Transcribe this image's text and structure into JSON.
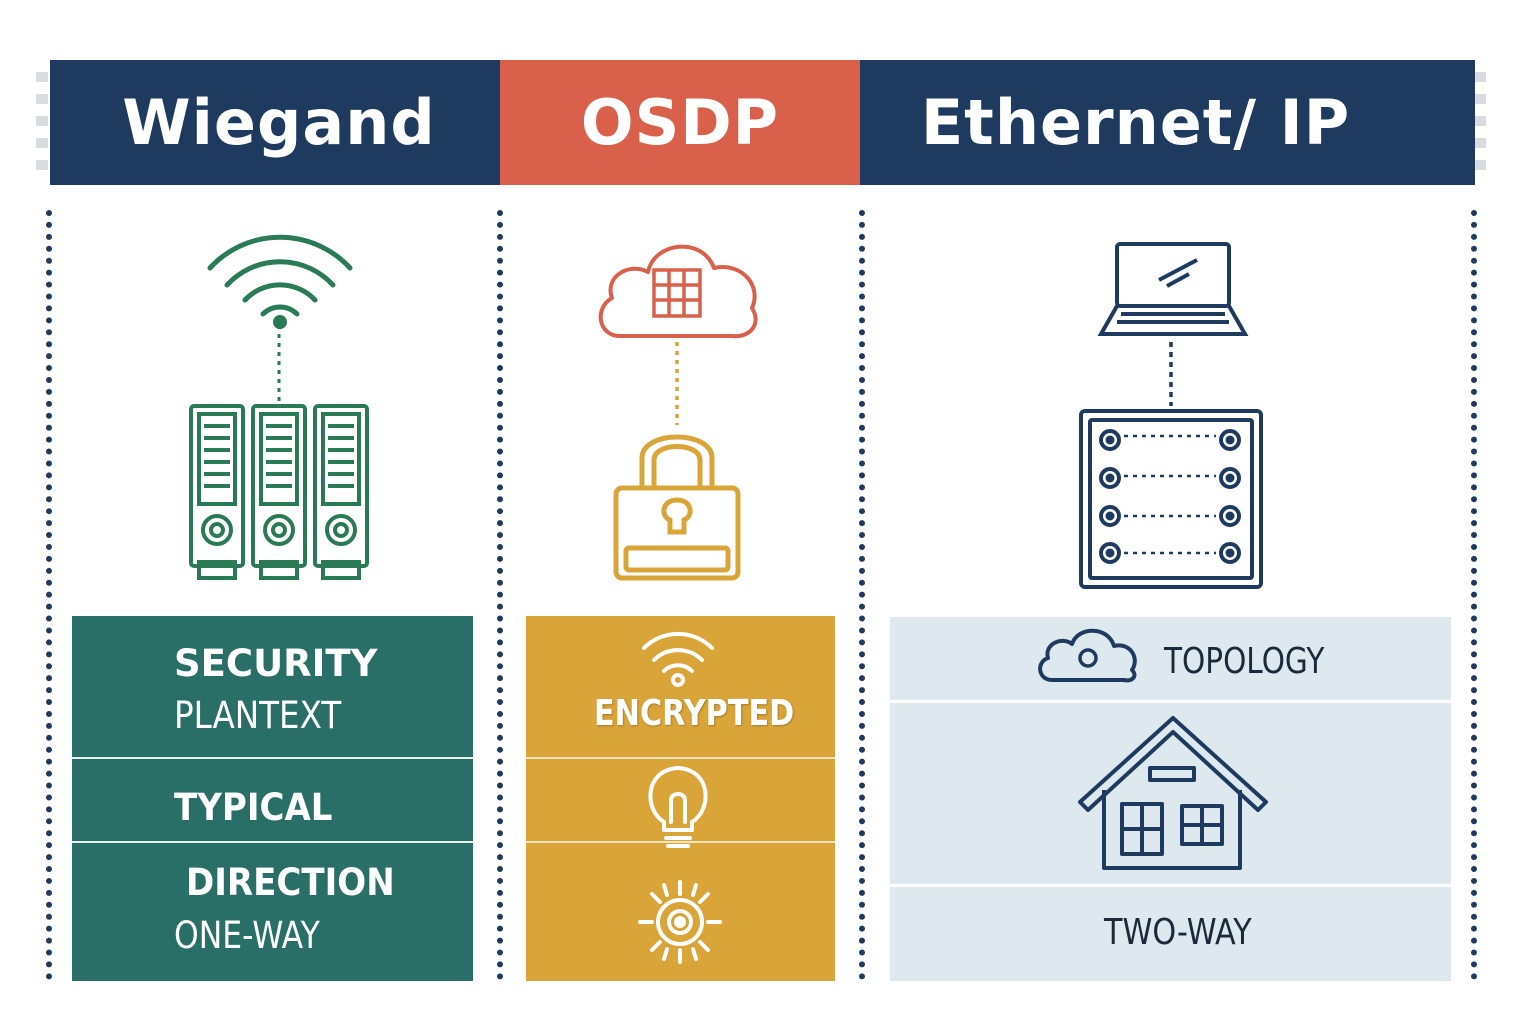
{
  "header": {
    "wiegand": "Wiegand",
    "osdp": "OSDP",
    "ethernet": "Ethernet/ IP"
  },
  "wiegand_panel": {
    "security_label": "SECURITY",
    "security_value": "PLANTEXT",
    "typical_label": "TYPICAL",
    "direction_label": "DIRECTION",
    "direction_value": "ONE-WAY"
  },
  "osdp_panel": {
    "encrypted_label": "ENCRYPTED"
  },
  "ethernet_panel": {
    "topology_label": "TOPOLOGY",
    "direction_value": "TWO-WAY"
  },
  "colors": {
    "navy": "#1e3a5f",
    "coral": "#d9604a",
    "teal": "#2a6f67",
    "mustard": "#d9a438",
    "light_blue": "#dde9ef",
    "green_icon": "#2a7a55"
  },
  "icons": [
    "wifi-icon",
    "server-rack-icon",
    "cloud-grid-icon",
    "padlock-icon",
    "laptop-icon",
    "patch-panel-icon",
    "wifi-small-icon",
    "lightbulb-icon",
    "gear-icon",
    "cloud-icon",
    "house-icon"
  ]
}
